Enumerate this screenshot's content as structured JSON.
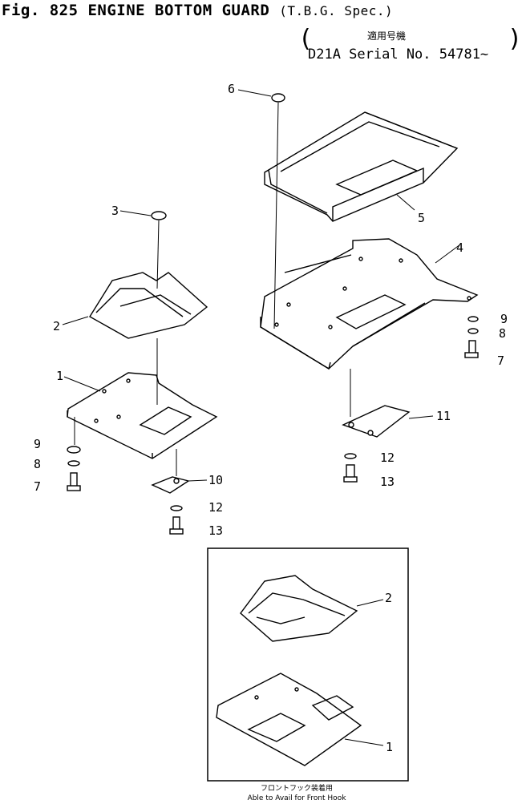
{
  "header": {
    "title": "Fig. 825 ENGINE BOTTOM GUARD",
    "spec": "(T.B.G. Spec.)",
    "applicable_models_jp": "適用号機",
    "serial": "D21A Serial No. 54781~"
  },
  "callouts": {
    "c1": "1",
    "c2": "2",
    "c3": "3",
    "c4": "4",
    "c5": "5",
    "c6": "6",
    "c7a": "7",
    "c8a": "8",
    "c9a": "9",
    "c10": "10",
    "c12a": "12",
    "c13a": "13",
    "c7b": "7",
    "c8b": "8",
    "c9b": "9",
    "c11": "11",
    "c12b": "12",
    "c13b": "13",
    "inset2": "2",
    "inset1": "1"
  },
  "inset_note": {
    "jp": "フロントフック装着用",
    "en": "Able to Avail for Front Hook"
  }
}
